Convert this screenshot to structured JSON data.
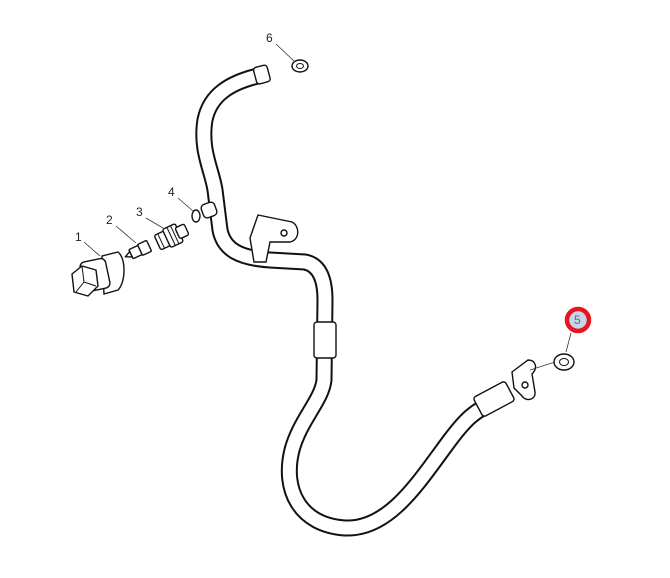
{
  "diagram": {
    "callouts": [
      {
        "number": "1",
        "part": "plug"
      },
      {
        "number": "2",
        "part": "valve-insert"
      },
      {
        "number": "3",
        "part": "valve-body"
      },
      {
        "number": "4",
        "part": "o-ring"
      },
      {
        "number": "5",
        "part": "o-ring",
        "highlighted": true
      },
      {
        "number": "6",
        "part": "o-ring"
      }
    ],
    "highlight_color": "#e8141e",
    "highlight_fill": "#c8d4ea"
  }
}
